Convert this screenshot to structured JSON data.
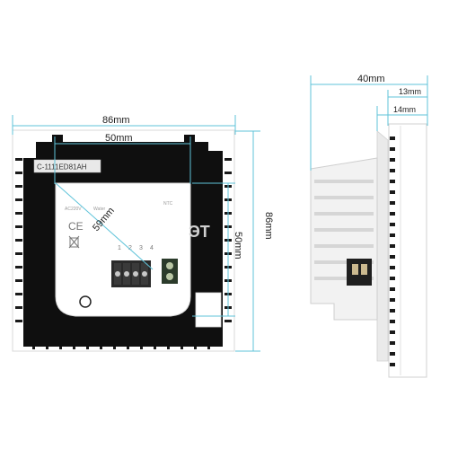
{
  "dimensions": {
    "back_width": "86mm",
    "back_inner_width": "50mm",
    "back_height": "86mm",
    "back_inner_height": "50mm",
    "module_diagonal": "59mm",
    "side_depth": "40mm",
    "side_front_13": "13mm",
    "side_front_14": "14mm"
  },
  "labels": {
    "sticker_code": "C-1111ED81AH",
    "module_voltage": "AC220V",
    "module_mode": "Water",
    "ntc_label": "NTC",
    "watermark": "ЭТ"
  },
  "terminals": [
    "1",
    "2",
    "3",
    "4"
  ],
  "colors": {
    "dimension_line": "#5fc3d9",
    "back_plate": "#0f0f0f",
    "face_plate": "#ffffff",
    "device_grey": "#cfcfcf"
  }
}
